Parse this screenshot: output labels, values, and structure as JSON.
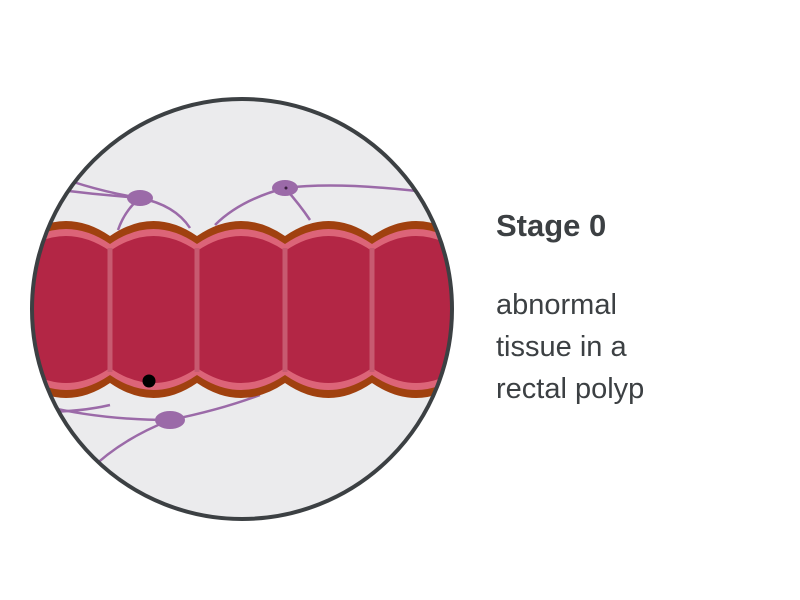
{
  "stage": {
    "title": "Stage 0",
    "description_lines": [
      "abnormal",
      "tissue in a",
      "rectal polyp"
    ]
  },
  "colors": {
    "background_circle": "#ebebed",
    "circle_border": "#3c4043",
    "outer_wall": "#a0410f",
    "lining": "#dc6478",
    "tissue": "#b32645",
    "divider": "#c75a70",
    "nerve": "#9b6aa8",
    "abnormal_cell": "#000000"
  }
}
